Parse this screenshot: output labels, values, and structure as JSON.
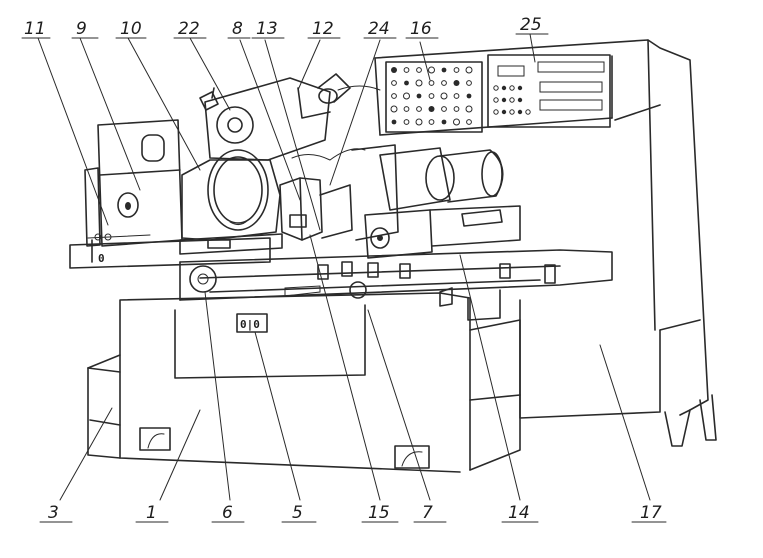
{
  "callouts": [
    {
      "id": "11",
      "text": "11"
    },
    {
      "id": "9",
      "text": "9"
    },
    {
      "id": "10",
      "text": "10"
    },
    {
      "id": "22",
      "text": "22"
    },
    {
      "id": "8",
      "text": "8"
    },
    {
      "id": "13",
      "text": "13"
    },
    {
      "id": "12",
      "text": "12"
    },
    {
      "id": "24",
      "text": "24"
    },
    {
      "id": "16",
      "text": "16"
    },
    {
      "id": "25",
      "text": "25"
    },
    {
      "id": "3",
      "text": "3"
    },
    {
      "id": "1",
      "text": "1"
    },
    {
      "id": "6",
      "text": "6"
    },
    {
      "id": "5",
      "text": "5"
    },
    {
      "id": "15",
      "text": "15"
    },
    {
      "id": "7",
      "text": "7"
    },
    {
      "id": "14",
      "text": "14"
    },
    {
      "id": "17",
      "text": "17"
    }
  ],
  "plates": {
    "handle_plate": "0|0",
    "table_mark": "0"
  }
}
